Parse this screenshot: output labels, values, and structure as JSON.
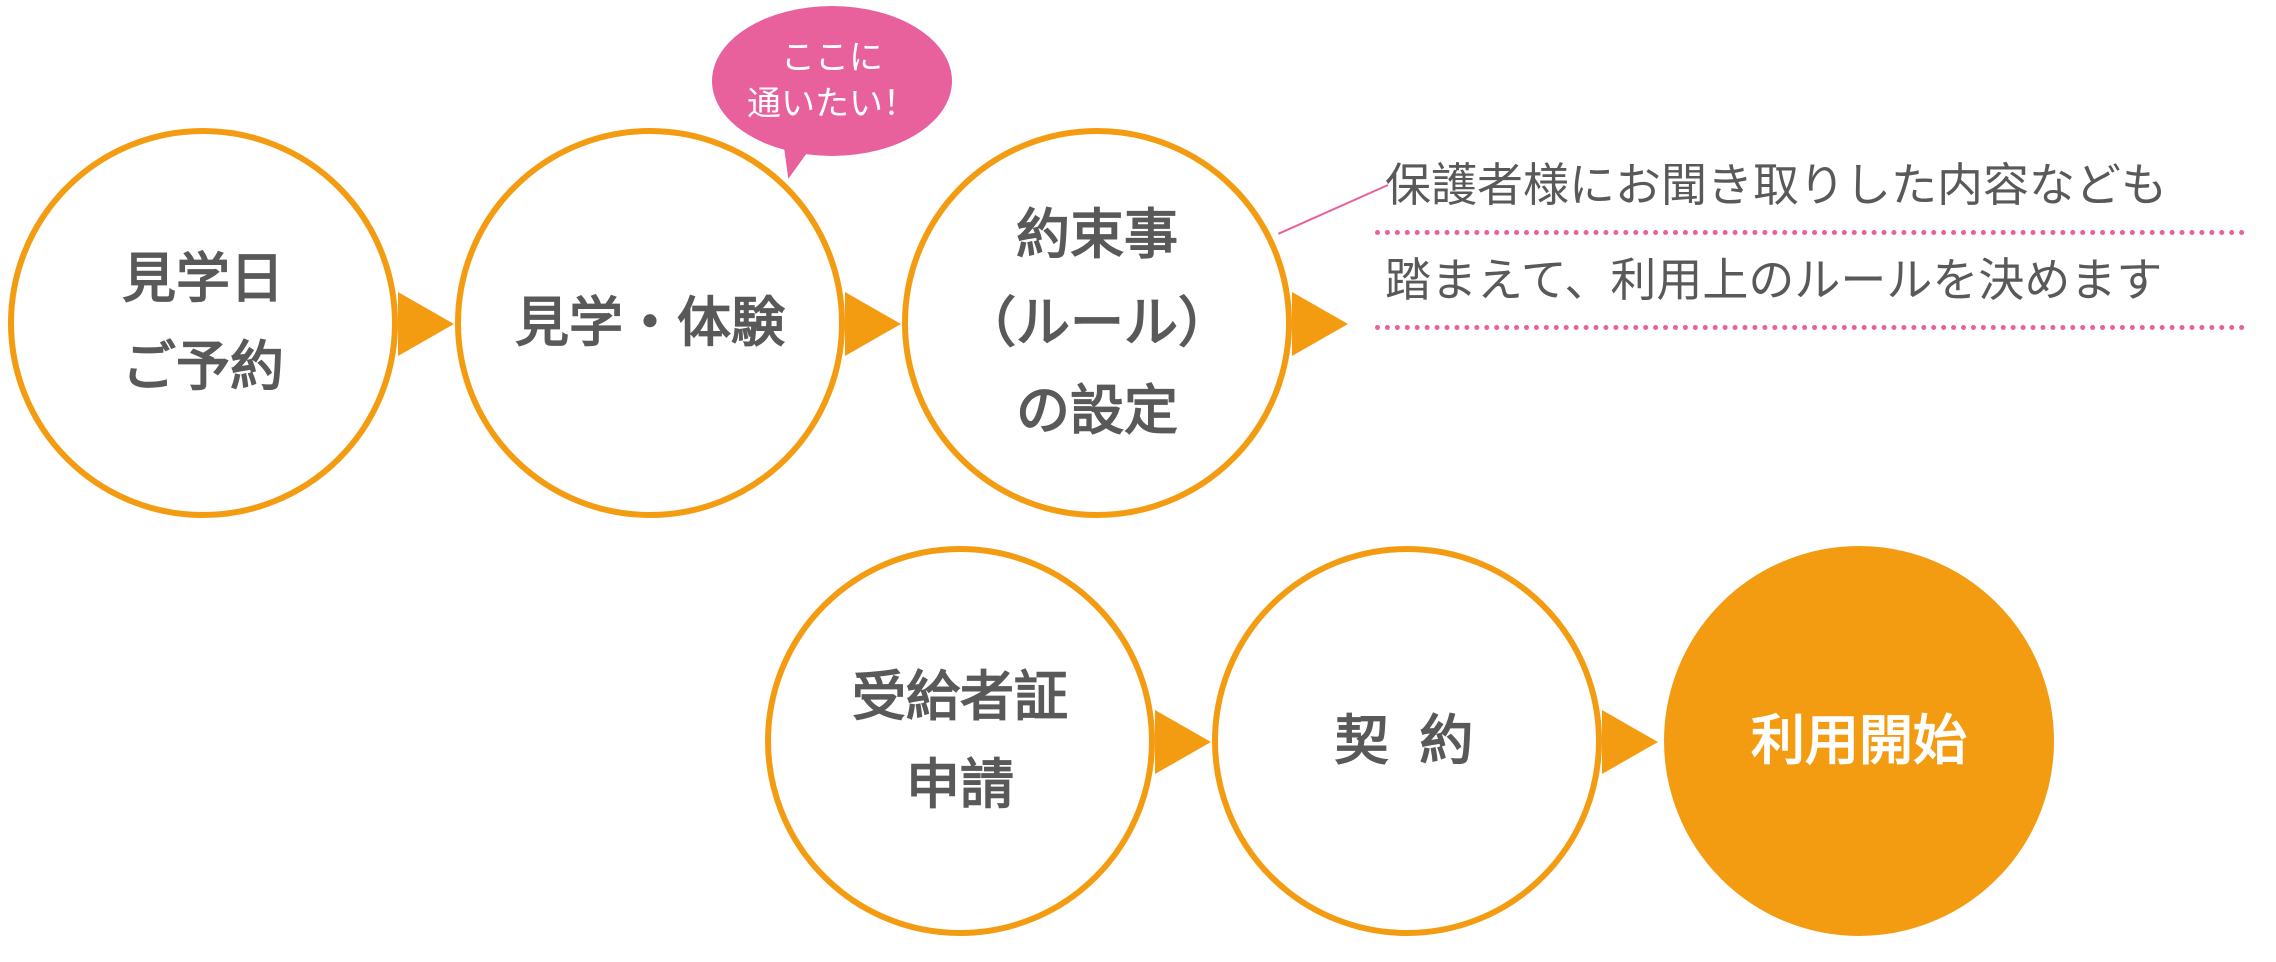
{
  "steps": [
    {
      "lines": [
        "見学日",
        "ご予約"
      ]
    },
    {
      "lines": [
        "見学・体験"
      ]
    },
    {
      "lines": [
        "約束事",
        "（ルール）",
        "の設定"
      ]
    },
    {
      "lines": [
        "受給者証",
        "申請"
      ]
    },
    {
      "lines": [
        "契 約"
      ]
    },
    {
      "lines": [
        "利用開始"
      ]
    }
  ],
  "bubble": {
    "lines": [
      "ここに",
      "通いたい！"
    ]
  },
  "note": {
    "lines": [
      "保護者様にお聞き取りした内容なども",
      "踏まえて、利用上のルールを決めます"
    ]
  },
  "colors": {
    "accent": "#F39C12",
    "bubble": "#E8609C",
    "text": "#595959",
    "final_text": "#FFFFFF"
  }
}
